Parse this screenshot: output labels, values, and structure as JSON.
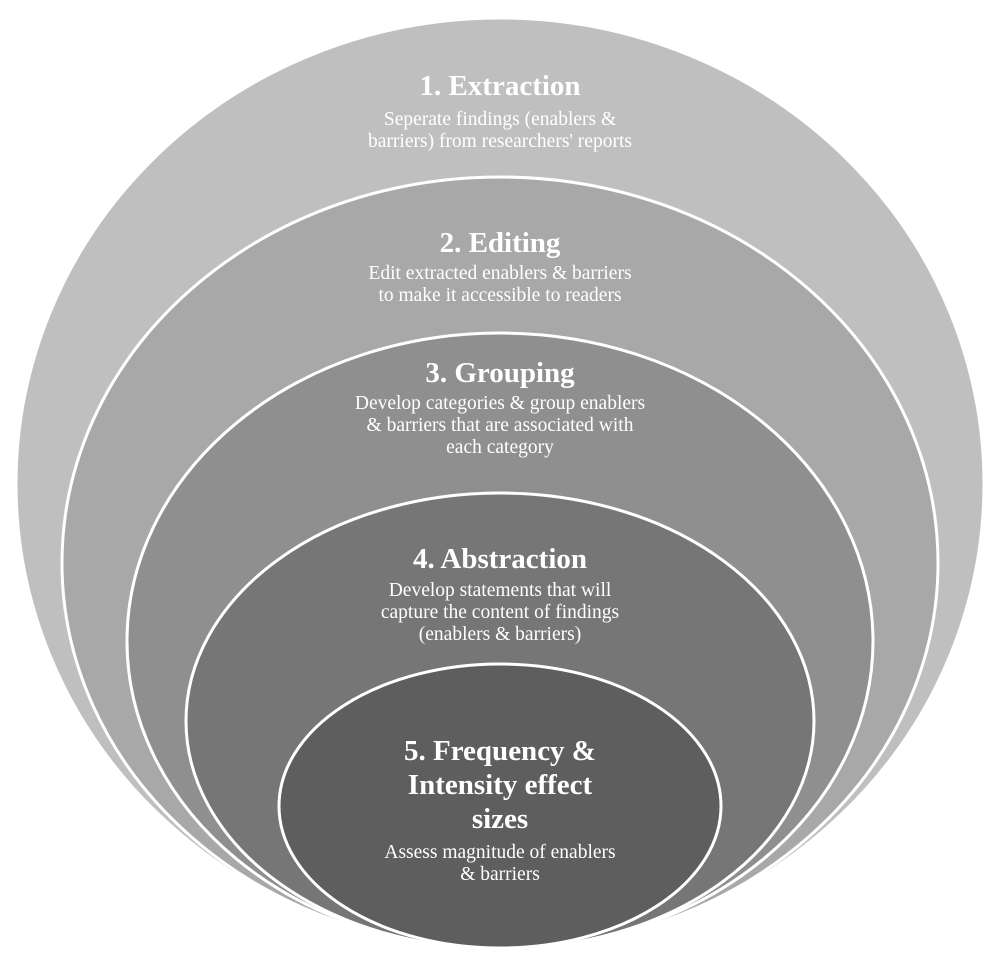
{
  "stages": [
    {
      "title_lines": [
        "1. Extraction"
      ],
      "desc_lines": [
        "Seperate findings (enablers &",
        "barriers) from researchers' reports"
      ],
      "fill": "#bfbfbf"
    },
    {
      "title_lines": [
        "2. Editing"
      ],
      "desc_lines": [
        "Edit extracted enablers & barriers",
        "to make it accessible to readers"
      ],
      "fill": "#a8a8a8"
    },
    {
      "title_lines": [
        "3. Grouping"
      ],
      "desc_lines": [
        "Develop categories & group enablers",
        "& barriers that are associated with",
        "each category"
      ],
      "fill": "#8f8f8f"
    },
    {
      "title_lines": [
        "4. Abstraction"
      ],
      "desc_lines": [
        "Develop statements that will",
        "capture the content of findings",
        "(enablers & barriers)"
      ],
      "fill": "#767676"
    },
    {
      "title_lines": [
        "5. Frequency &",
        "Intensity effect",
        "sizes"
      ],
      "desc_lines": [
        "Assess magnitude of enablers",
        "& barriers"
      ],
      "fill": "#5e5e5e"
    }
  ],
  "colors": {
    "stroke": "#ffffff",
    "text": "#ffffff",
    "background": "#ffffff"
  }
}
